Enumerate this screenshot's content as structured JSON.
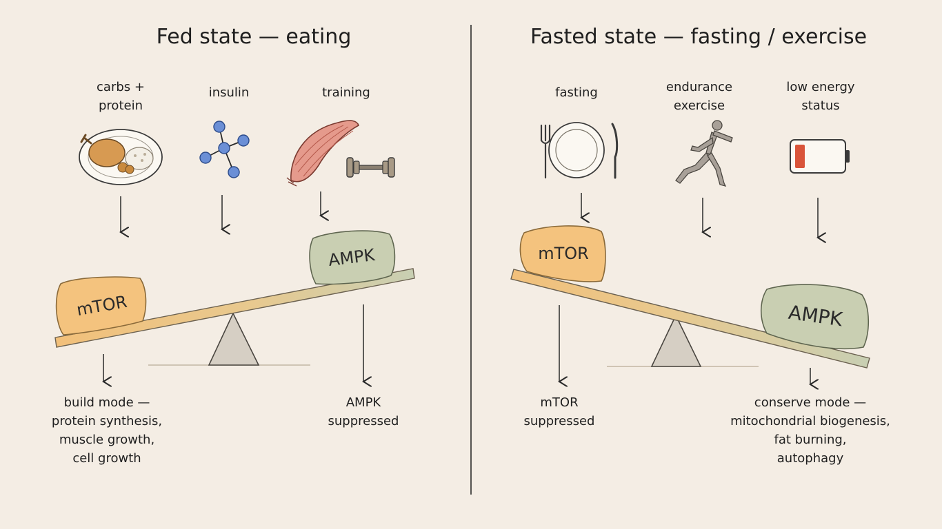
{
  "fed": {
    "title": "Fed state — eating",
    "inputs": [
      {
        "label_line1": "carbs +",
        "label_line2": "protein",
        "icon": "plate-chicken-rice-icon"
      },
      {
        "label_line1": "insulin",
        "icon": "molecule-icon"
      },
      {
        "label_line1": "training",
        "icon": "muscle-dumbbell-icon"
      }
    ],
    "heavy_block": "mTOR",
    "light_block": "AMPK",
    "outcome_heavy": [
      "build mode —",
      "protein synthesis,",
      "muscle growth,",
      "cell growth"
    ],
    "outcome_light": [
      "AMPK",
      "suppressed"
    ]
  },
  "fasted": {
    "title": "Fasted state — fasting / exercise",
    "inputs": [
      {
        "label_line1": "fasting",
        "icon": "empty-plate-utensils-icon"
      },
      {
        "label_line1": "endurance",
        "label_line2": "exercise",
        "icon": "runner-icon"
      },
      {
        "label_line1": "low energy",
        "label_line2": "status",
        "icon": "low-battery-icon"
      }
    ],
    "light_block": "mTOR",
    "heavy_block": "AMPK",
    "outcome_light": [
      "mTOR",
      "suppressed"
    ],
    "outcome_heavy": [
      "conserve mode —",
      "mitochondrial biogenesis,",
      "fat burning,",
      "autophagy"
    ]
  },
  "colors": {
    "background": "#f4ede4",
    "mtor": "#f4c37e",
    "ampk": "#c9cfb2",
    "ink": "#2a2a2a",
    "battery_low": "#d9543a",
    "muscle": "#e59a8c",
    "molecule": "#6b8fd6"
  }
}
